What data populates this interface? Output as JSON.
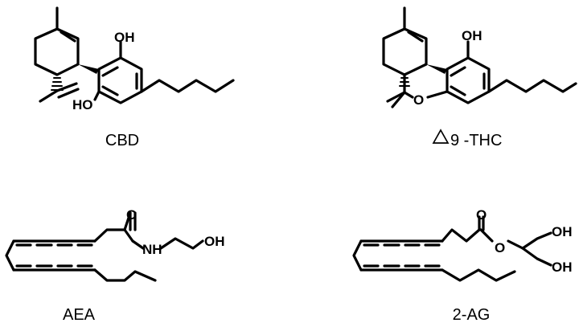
{
  "molecules": [
    {
      "caption": "CBD",
      "atoms": {
        "hydroxyl_top": "OH",
        "hydroxyl_bottom": "HO"
      }
    },
    {
      "caption_symbol": "Δ",
      "caption": "9 -THC",
      "atoms": {
        "hydroxyl": "OH",
        "ring_oxygen": "O"
      }
    },
    {
      "caption": "AEA",
      "atoms": {
        "carbonyl_oxygen": "O",
        "amide_nitrogen": "NH",
        "hydroxyl": "OH"
      }
    },
    {
      "caption": "2-AG",
      "atoms": {
        "carbonyl_oxygen": "O",
        "ester_oxygen": "O",
        "hydroxyl_top": "OH",
        "hydroxyl_bottom": "OH"
      }
    }
  ]
}
